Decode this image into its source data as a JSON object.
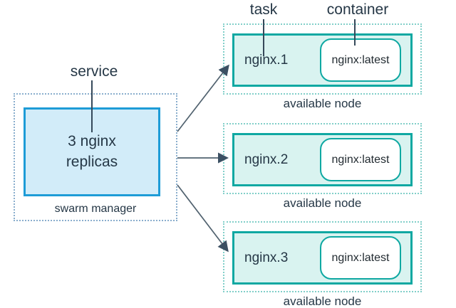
{
  "diagram": {
    "labels": {
      "service": "service",
      "task": "task",
      "container": "container"
    },
    "manager": {
      "box_text": "3 nginx\nreplicas",
      "caption": "swarm manager"
    },
    "nodes": [
      {
        "task": "nginx.1",
        "container": "nginx:latest",
        "caption": "available node"
      },
      {
        "task": "nginx.2",
        "container": "nginx:latest",
        "caption": "available node"
      },
      {
        "task": "nginx.3",
        "container": "nginx:latest",
        "caption": "available node"
      }
    ],
    "colors": {
      "manager_box_border": "#1e9cd7",
      "manager_box_fill": "#d2ecf9",
      "manager_dotted_border": "#8aaecd",
      "node_border": "#0fa8a2",
      "node_fill": "#d9f3f0",
      "node_dotted_border": "#82cfc9",
      "container_fill": "#ffffff",
      "arrow": "#4e6172",
      "text": "#253746"
    }
  }
}
